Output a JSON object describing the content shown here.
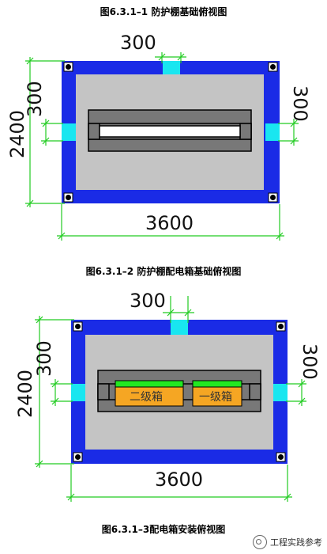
{
  "captions": {
    "fig1": "图6.3.1–1 防护棚基础俯视图",
    "fig2": "图6.3.1–2 防护棚配电箱基础俯视图",
    "fig3": "图6.3.1–3配电箱安装俯视图"
  },
  "fig1": {
    "dim_top": "300",
    "dim_left_height": "2400",
    "dim_left_inner": "300",
    "dim_right_inner": "300",
    "dim_bottom": "3600"
  },
  "fig2": {
    "dim_top": "300",
    "dim_left_height": "2400",
    "dim_left_inner": "300",
    "dim_right_inner": "300",
    "dim_bottom": "3600",
    "box_left_label": "二级箱",
    "box_right_label": "一级箱"
  },
  "watermark": "工程实践参考",
  "colors": {
    "frame_blue": "#1a2be6",
    "cyan": "#19e6f0",
    "grey": "#c4c4c4",
    "green": "#21e821",
    "orange": "#f5a623",
    "dim_green": "#22cc22"
  }
}
